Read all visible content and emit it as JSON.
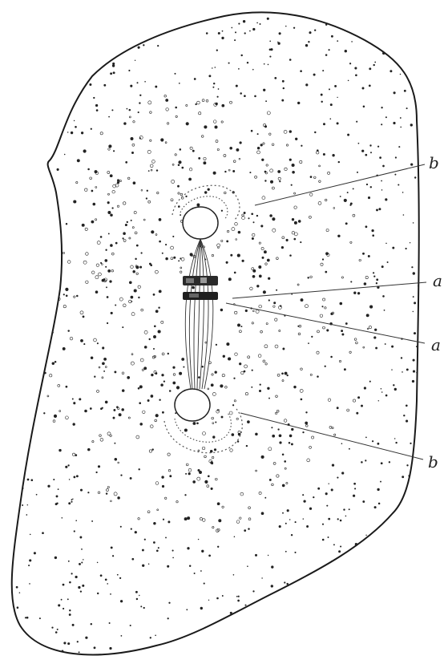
{
  "figure": {
    "labels": {
      "b_top": "b",
      "a_top": "a",
      "a_bottom": "a",
      "b_bottom": "b"
    },
    "colors": {
      "ink": "#1a1a1a",
      "paper": "#ffffff"
    }
  }
}
